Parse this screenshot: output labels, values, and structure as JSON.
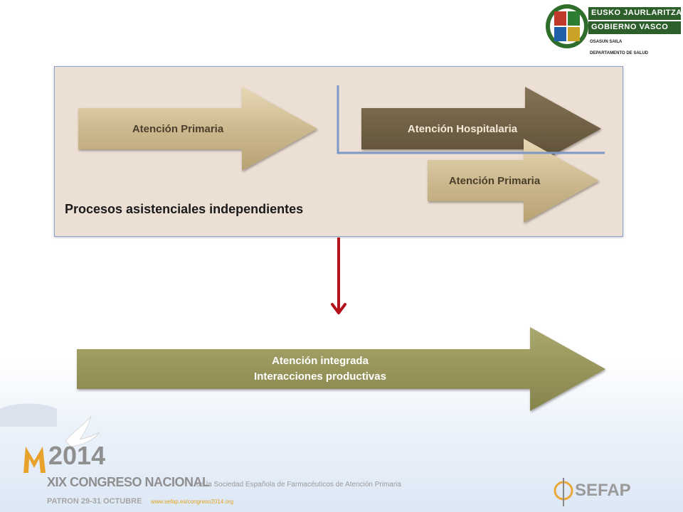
{
  "header": {
    "logo_line1": "EUSKO JAURLARITZA",
    "logo_line2": "GOBIERNO VASCO",
    "dept_line1": "OSASUN SAILA",
    "dept_line2": "DEPARTAMENTO DE SALUD"
  },
  "top_panel": {
    "arrow_primary_left": "Atención Primaria",
    "arrow_hospital": "Atención Hospitalaria",
    "arrow_primary_right": "Atención Primaria",
    "caption": "Procesos asistenciales independientes"
  },
  "bottom_arrow": {
    "line1": "Atención integrada",
    "line2": "Interacciones productivas"
  },
  "footer": {
    "event_year": "2014",
    "event_title": "XIX CONGRESO NACIONAL",
    "event_subtitle": "de la Sociedad Española de Farmacéuticos de Atención Primaria",
    "event_dates": "PATRON 29-31 OCTUBRE",
    "event_url": "www.sefap.es/congreso2014.org",
    "sefap": "SEFAP"
  },
  "colors": {
    "panel_bg": "#ecdfd4",
    "panel_border": "#8aa6cf",
    "arrow_tan": "#cdb98f",
    "arrow_dark": "#6e5f44",
    "arrow_olive": "#98955c",
    "connector_red": "#b5121b",
    "bracket_blue": "#7b98c6"
  }
}
